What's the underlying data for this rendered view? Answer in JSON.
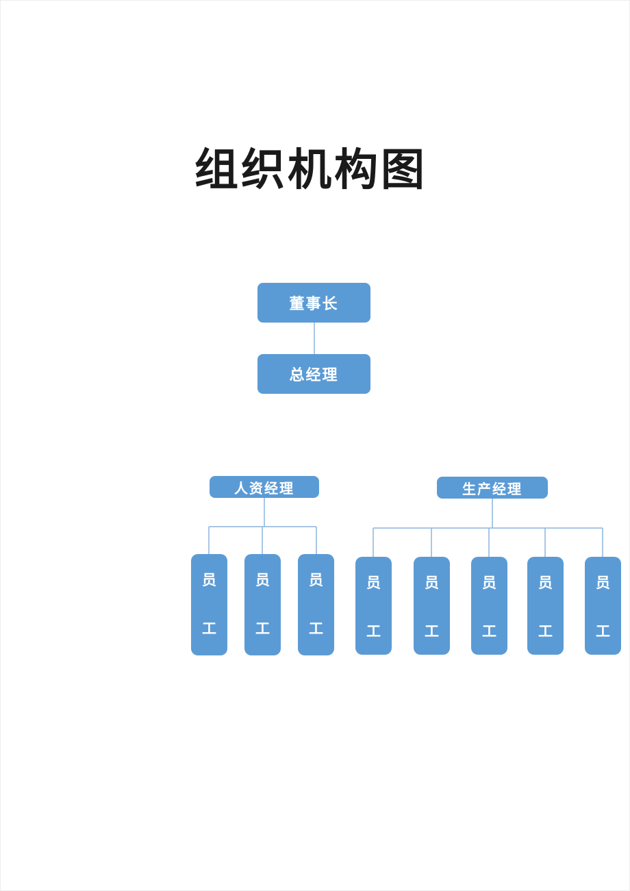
{
  "page": {
    "title": "组织机构图"
  },
  "colors": {
    "node_fill": "#5b9bd5",
    "node_text": "#ffffff",
    "connector": "#8cb4de",
    "title_text": "#1a1a1a",
    "page_background": "#ffffff"
  },
  "nodes": {
    "chairman": {
      "label": "董事长"
    },
    "general_manager": {
      "label": "总经理"
    },
    "hr_manager": {
      "label": "人资经理"
    },
    "production_manager": {
      "label": "生产经理"
    },
    "employee": {
      "top": "员",
      "bottom": "工"
    }
  },
  "structure": {
    "hr_employee_count": 3,
    "production_employee_count": 5
  }
}
